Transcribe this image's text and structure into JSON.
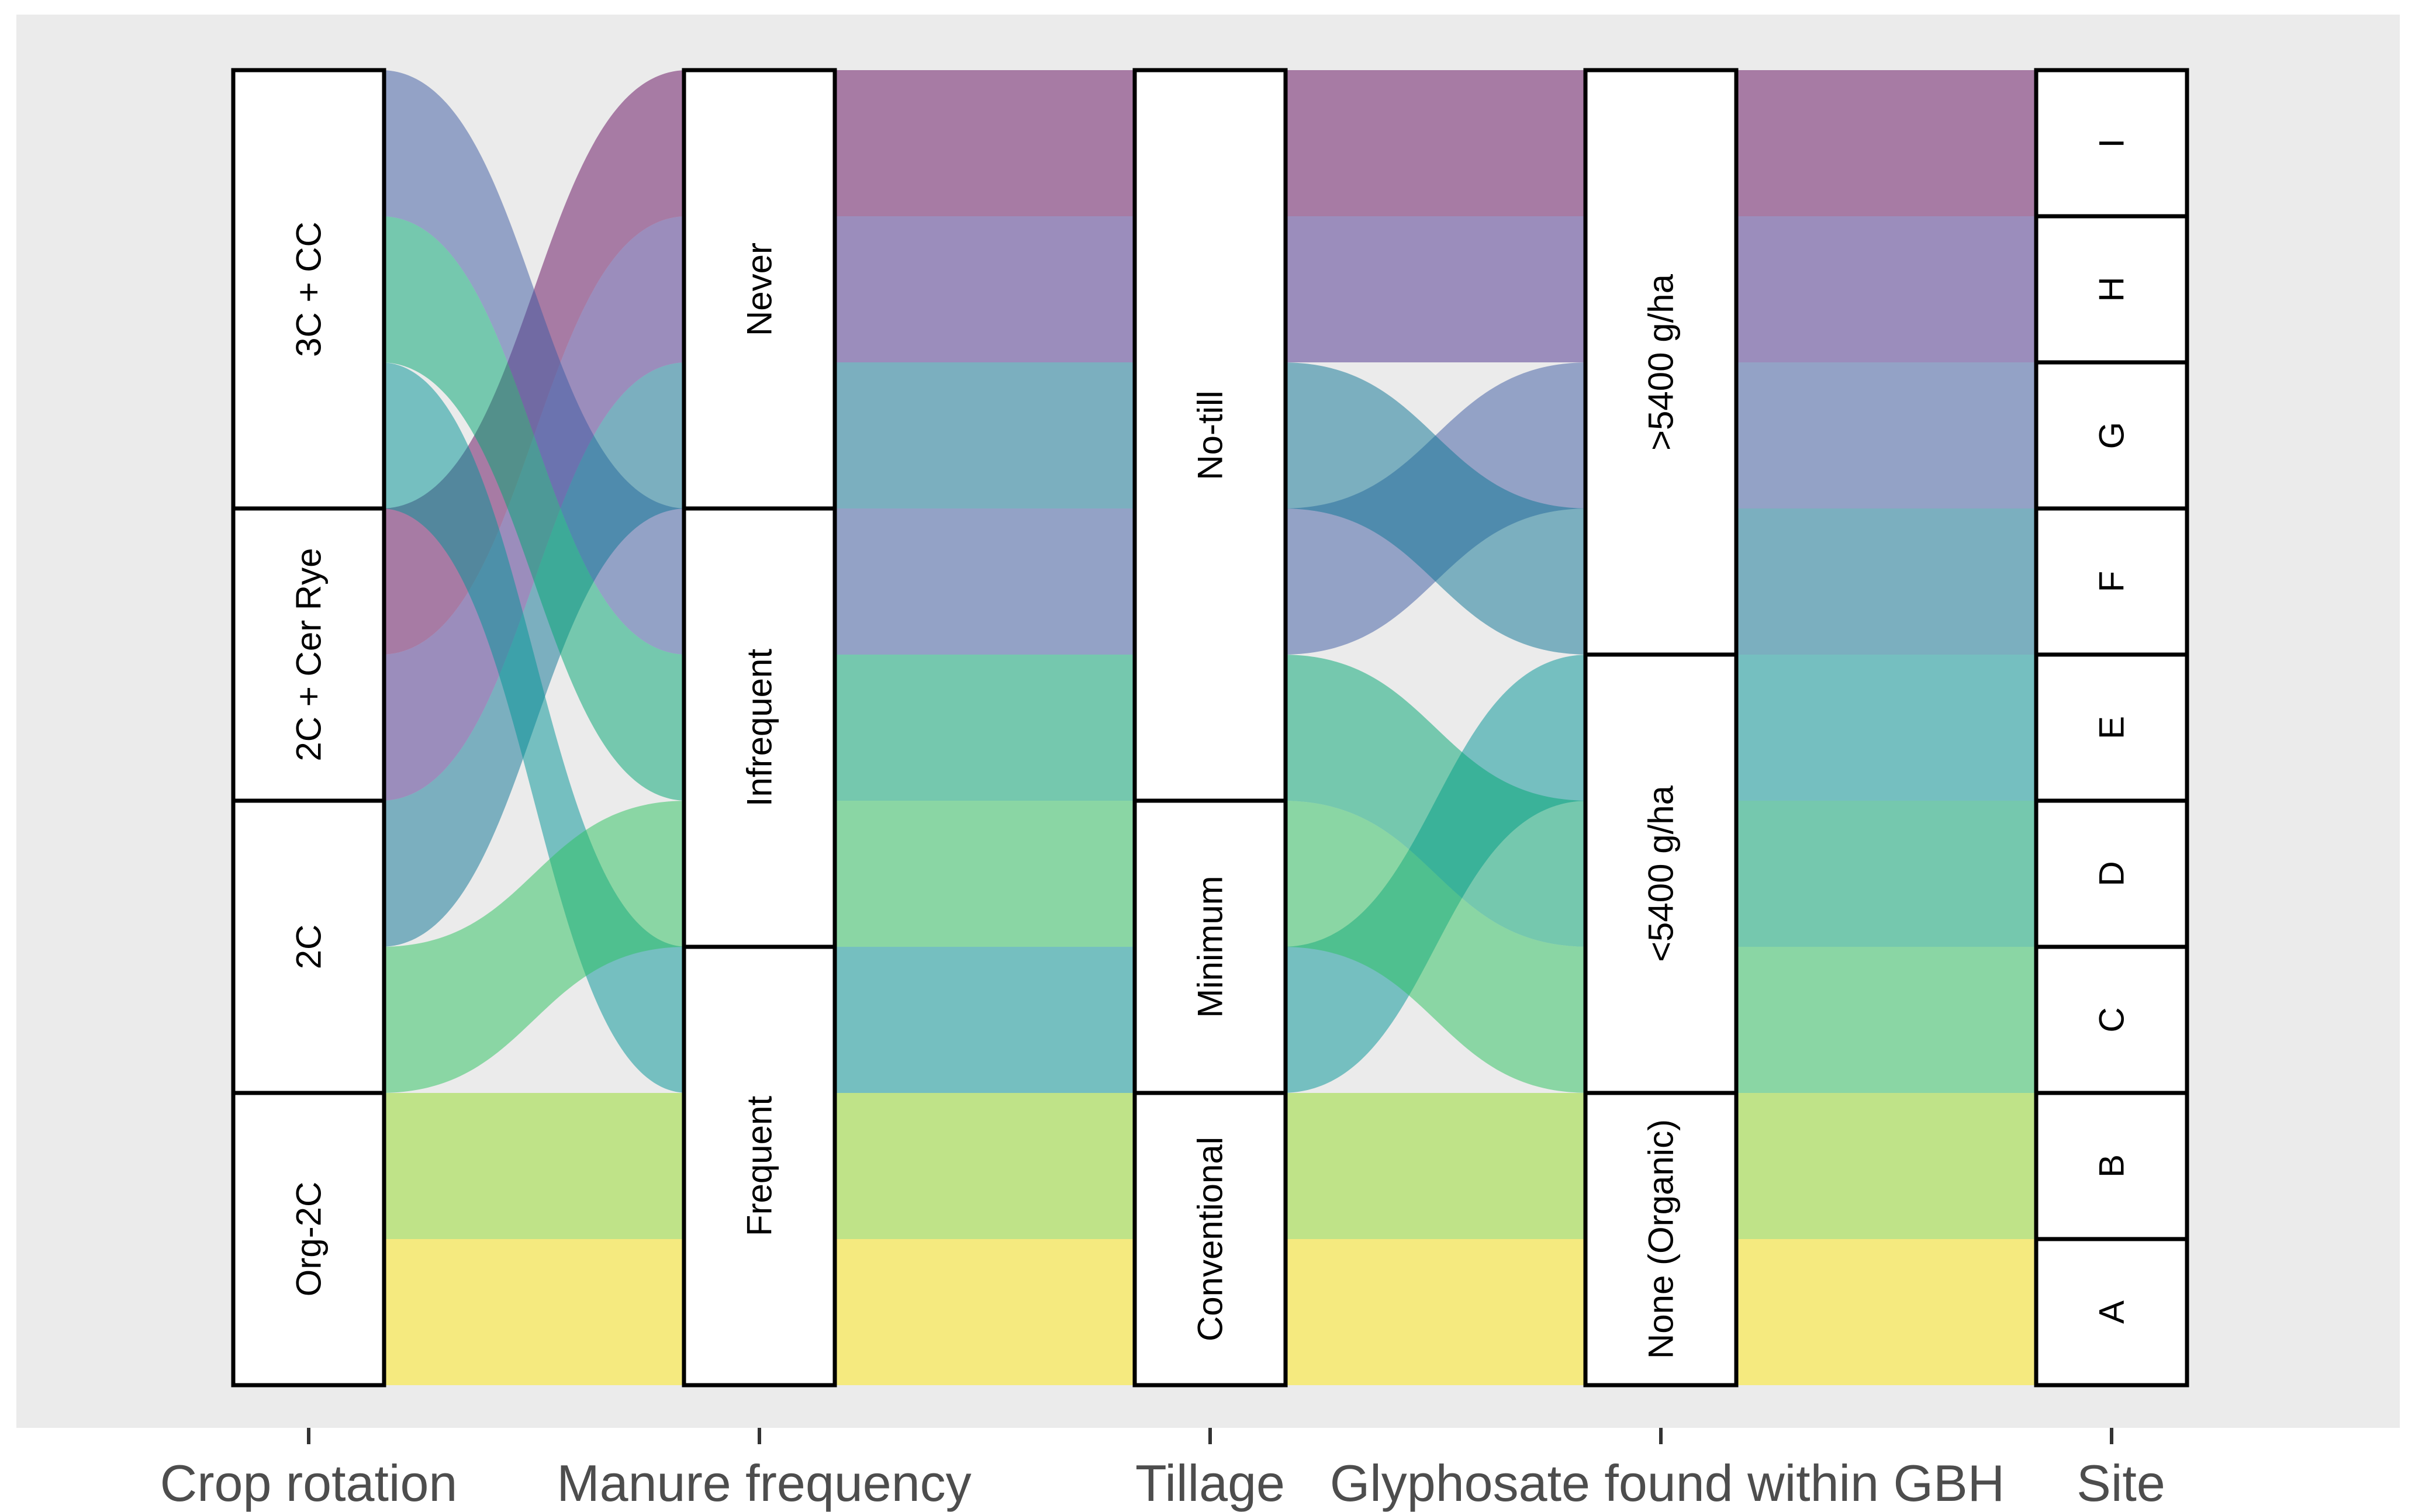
{
  "chart_data": {
    "type": "alluvial",
    "description": "Alluvial / parallel-sets diagram linking farm management categories to sites",
    "panel_color": "#EBEBEB",
    "stratum_fill": "#FFFFFF",
    "stratum_border_color": "#000000",
    "axis_title_color": "#4D4D4D",
    "tick_color": "#333333",
    "flow_alpha": 0.5,
    "axes": [
      {
        "label": "Crop rotation",
        "strata": [
          {
            "label": "3C + CC",
            "size": 3
          },
          {
            "label": "2C + Cer Rye",
            "size": 2
          },
          {
            "label": "2C",
            "size": 2
          },
          {
            "label": "Org-2C",
            "size": 2
          }
        ]
      },
      {
        "label": "Manure frequency",
        "strata": [
          {
            "label": "Never",
            "size": 3
          },
          {
            "label": "Infrequent",
            "size": 3
          },
          {
            "label": "Frequent",
            "size": 3
          }
        ]
      },
      {
        "label": "Tillage",
        "strata": [
          {
            "label": "No-till",
            "size": 5
          },
          {
            "label": "Minimum",
            "size": 2
          },
          {
            "label": "Conventional",
            "size": 2
          }
        ]
      },
      {
        "label": "Glyphosate found within GBH",
        "strata": [
          {
            "label": ">5400 g/ha",
            "size": 4
          },
          {
            "label": "<5400 g/ha",
            "size": 3
          },
          {
            "label": "None (Organic)",
            "size": 2
          }
        ]
      },
      {
        "label": "Site",
        "strata": [
          {
            "label": "I",
            "size": 1
          },
          {
            "label": "H",
            "size": 1
          },
          {
            "label": "G",
            "size": 1
          },
          {
            "label": "F",
            "size": 1
          },
          {
            "label": "E",
            "size": 1
          },
          {
            "label": "D",
            "size": 1
          },
          {
            "label": "C",
            "size": 1
          },
          {
            "label": "B",
            "size": 1
          },
          {
            "label": "A",
            "size": 1
          }
        ]
      }
    ],
    "sites": [
      {
        "id": "I",
        "color": "#630B5D",
        "path": {
          "crop_rotation": "2C + Cer Rye",
          "manure_frequency": "Never",
          "tillage": "No-till",
          "glyphosate": ">5400 g/ha",
          "site": "I"
        }
      },
      {
        "id": "H",
        "color": "#4B2F8D",
        "path": {
          "crop_rotation": "2C",
          "manure_frequency": "Never",
          "tillage": "No-till",
          "glyphosate": ">5400 g/ha",
          "site": "H"
        }
      },
      {
        "id": "G",
        "color": "#3B59A1",
        "path": {
          "crop_rotation": "3C + CC",
          "manure_frequency": "Infrequent",
          "tillage": "No-till",
          "glyphosate": ">5400 g/ha",
          "site": "G"
        }
      },
      {
        "id": "F",
        "color": "#0B7393",
        "path": {
          "crop_rotation": "2C + Cer Rye",
          "manure_frequency": "Never",
          "tillage": "No-till",
          "glyphosate": ">5400 g/ha",
          "site": "F"
        }
      },
      {
        "id": "E",
        "color": "#009395",
        "path": {
          "crop_rotation": "3C + CC",
          "manure_frequency": "Frequent",
          "tillage": "Minimum",
          "glyphosate": "<5400 g/ha",
          "site": "E"
        }
      },
      {
        "id": "D",
        "color": "#00A571",
        "path": {
          "crop_rotation": "3C + CC",
          "manure_frequency": "Infrequent",
          "tillage": "No-till",
          "glyphosate": "<5400 g/ha",
          "site": "D"
        }
      },
      {
        "id": "C",
        "color": "#29C15D",
        "path": {
          "crop_rotation": "2C",
          "manure_frequency": "Infrequent",
          "tillage": "Minimum",
          "glyphosate": "<5400 g/ha",
          "site": "C"
        }
      },
      {
        "id": "B",
        "color": "#93DB25",
        "path": {
          "crop_rotation": "Org-2C",
          "manure_frequency": "Frequent",
          "tillage": "Conventional",
          "glyphosate": "None (Organic)",
          "site": "B"
        }
      },
      {
        "id": "A",
        "color": "#FFE913",
        "path": {
          "crop_rotation": "Org-2C",
          "manure_frequency": "Frequent",
          "tillage": "Conventional",
          "glyphosate": "None (Organic)",
          "site": "A"
        }
      }
    ],
    "axis_orders": [
      [
        "G",
        "D",
        "E",
        "I",
        "H",
        "F",
        "C",
        "B",
        "A"
      ],
      [
        "I",
        "H",
        "F",
        "G",
        "D",
        "C",
        "E",
        "B",
        "A"
      ],
      [
        "I",
        "H",
        "F",
        "G",
        "D",
        "C",
        "E",
        "B",
        "A"
      ],
      [
        "I",
        "H",
        "G",
        "F",
        "E",
        "D",
        "C",
        "B",
        "A"
      ],
      [
        "I",
        "H",
        "G",
        "F",
        "E",
        "D",
        "C",
        "B",
        "A"
      ]
    ],
    "draw_order": [
      "I",
      "H",
      "G",
      "F",
      "E",
      "D",
      "C",
      "B",
      "A"
    ]
  }
}
